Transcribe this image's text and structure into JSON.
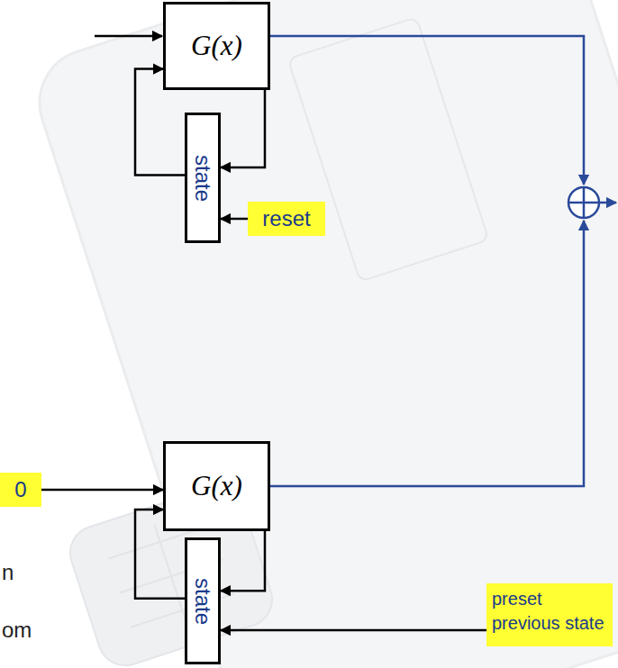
{
  "diagram": {
    "nodes": [
      {
        "text": [
          "G(x)"
        ]
      },
      {
        "text": [
          "state"
        ]
      },
      {
        "text": [
          "reset"
        ]
      },
      {
        "text": [
          "0"
        ]
      },
      {
        "text": [
          "G(x)"
        ]
      },
      {
        "text": [
          "state"
        ]
      },
      {
        "text": [
          "preset previous state"
        ]
      }
    ],
    "edges": [
      {
        "from": 0,
        "to": 1,
        "arrow": "to"
      },
      {
        "from": 1,
        "to": 0,
        "arrow": "to"
      },
      {
        "from": 2,
        "to": 1,
        "arrow": "to"
      },
      {
        "from": 3,
        "to": 4,
        "arrow": "to"
      },
      {
        "from": 4,
        "to": 5,
        "arrow": "to"
      },
      {
        "from": 5,
        "to": 4,
        "arrow": "to"
      },
      {
        "from": 6,
        "to": 5,
        "arrow": "to"
      }
    ],
    "labels": [
      "n",
      "om"
    ]
  }
}
